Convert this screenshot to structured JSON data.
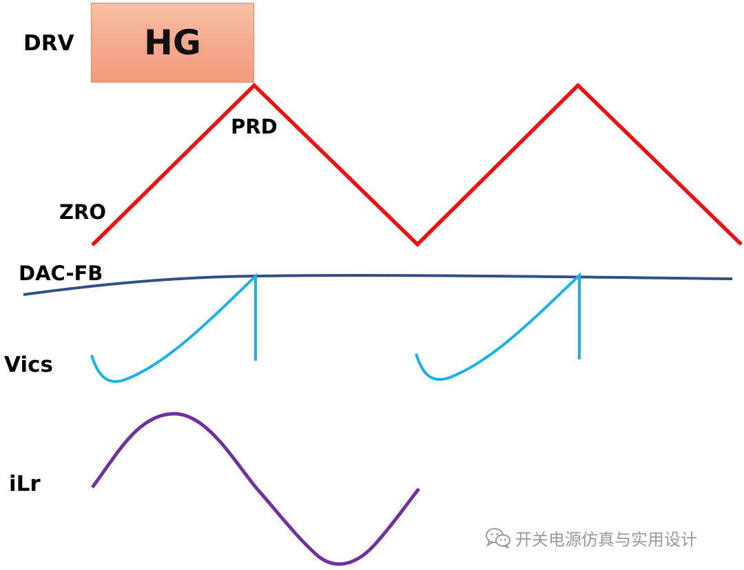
{
  "labels": {
    "drv": "DRV",
    "hg": "HG",
    "prd": "PRD",
    "zro": "ZRO",
    "dac_fb": "DAC-FB",
    "vics": "Vics",
    "ilr": "iLr"
  },
  "watermark": {
    "text": "开关电源仿真与实用设计",
    "icon": "wechat-icon"
  },
  "colors": {
    "carrier": "#ee1111",
    "dac_fb": "#2f4f86",
    "vics": "#18b1ea",
    "ilr": "#7030a0",
    "hg_box": "#f4a98a",
    "watermark": "#9a9a9a"
  }
}
